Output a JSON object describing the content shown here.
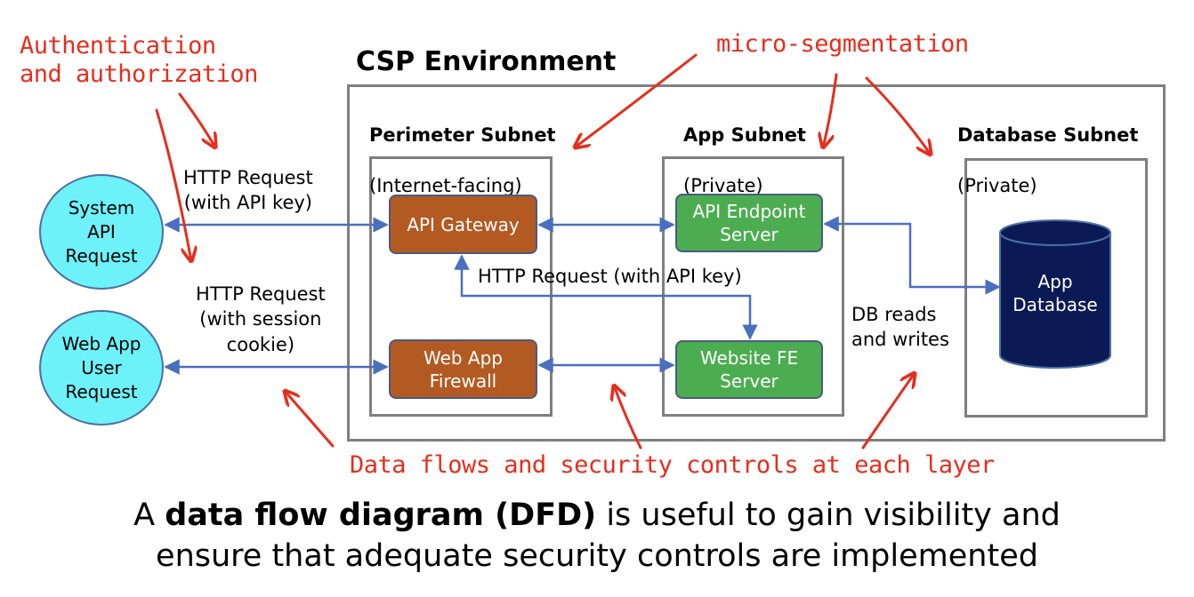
{
  "environment": {
    "title": "CSP Environment"
  },
  "subnets": {
    "perimeter": {
      "title": "Perimeter Subnet",
      "subtitle": "(Internet-facing)"
    },
    "app": {
      "title": "App Subnet",
      "subtitle": "(Private)"
    },
    "database": {
      "title": "Database Subnet",
      "subtitle": "(Private)"
    }
  },
  "nodes": {
    "system_api": "System\nAPI\nRequest",
    "web_user": "Web App\nUser\nRequest",
    "api_gateway": "API Gateway",
    "waf": "Web App\nFirewall",
    "api_endpoint": "API Endpoint\nServer",
    "website_fe": "Website FE\nServer",
    "app_db": "App\nDatabase"
  },
  "flow_labels": {
    "http_api_key": "HTTP Request\n(with API key)",
    "http_session": "HTTP Request\n(with session\ncookie)",
    "http_internal": "HTTP Request (with API key)",
    "db_rw": "DB reads\nand writes"
  },
  "annotations": {
    "authn": "Authentication\nand authorization",
    "microseg": "micro-segmentation",
    "dataflows": "Data flows and security controls at each layer"
  },
  "caption": {
    "prefix": "A ",
    "bold": "data flow diagram (DFD)",
    "rest": " is useful to gain visibility and",
    "line2": "ensure that adequate security controls are implemented"
  },
  "colors": {
    "annotation": "#e52e1e",
    "connector": "#4a6fbf",
    "orange_node": "#b35a22",
    "green_node": "#4cad50",
    "request_node": "#6cf2f8",
    "database": "#0b1a55"
  }
}
